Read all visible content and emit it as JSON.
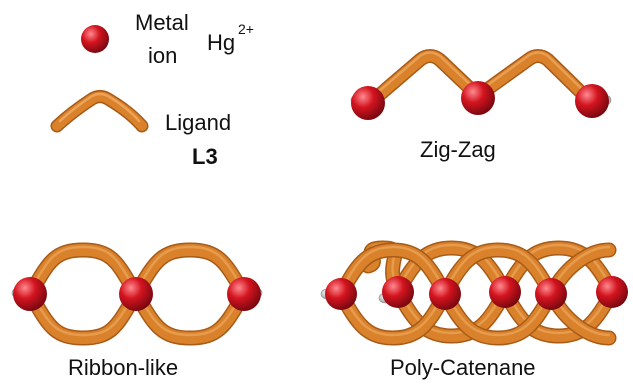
{
  "legend": {
    "metal_label_line1": "Metal",
    "metal_label_line2": "ion",
    "metal_symbol": "Hg",
    "metal_charge": "2+",
    "ligand_label": "Ligand",
    "ligand_name": "L3"
  },
  "structures": {
    "zigzag": "Zig-Zag",
    "ribbon": "Ribbon-like",
    "catenane": "Poly-Catenane"
  },
  "colors": {
    "ligand": "#d9822b",
    "ligand_dark": "#a85a17",
    "ligand_light": "#f3b06a",
    "metal": "#d3141f",
    "metal_dark": "#8e0a12",
    "metal_light": "#ff7a80",
    "cap": "#c9c9c9"
  }
}
